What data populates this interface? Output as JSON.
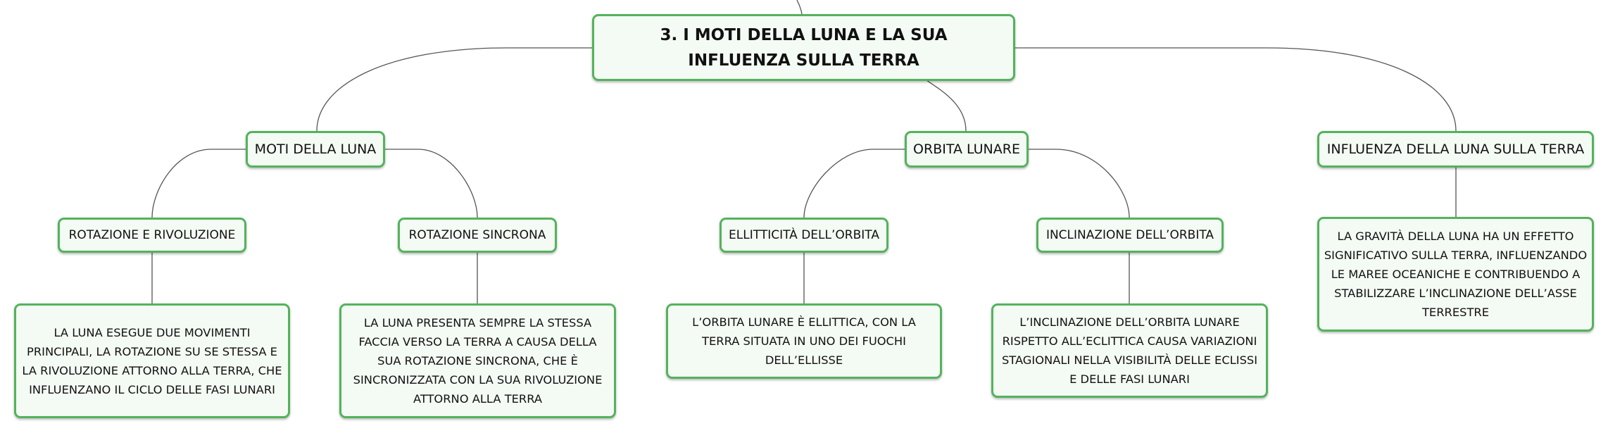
{
  "root": {
    "label": "3. I MOTI DELLA LUNA E LA SUA INFLUENZA SULLA TERRA"
  },
  "topics": {
    "moti": {
      "label": "MOTI DELLA LUNA",
      "rotazione_rivoluzione": {
        "label": "ROTAZIONE E RIVOLUZIONE",
        "detail": "LA LUNA ESEGUE DUE MOVIMENTI PRINCIPALI, LA ROTAZIONE SU SE STESSA E LA RIVOLUZIONE ATTORNO ALLA TERRA, CHE INFLUENZANO IL CICLO DELLE FASI LUNARI"
      },
      "rotazione_sincrona": {
        "label": "ROTAZIONE SINCRONA",
        "detail": "LA LUNA PRESENTA SEMPRE LA STESSA FACCIA VERSO LA TERRA A CAUSA DELLA SUA ROTAZIONE SINCRONA, CHE È SINCRONIZZATA CON LA SUA RIVOLUZIONE ATTORNO ALLA TERRA"
      }
    },
    "orbita": {
      "label": "ORBITA LUNARE",
      "ellitticita": {
        "label": "ELLITTICITÀ DELL’ORBITA",
        "detail": "L’ORBITA LUNARE È ELLITTICA, CON LA TERRA SITUATA IN UNO DEI FUOCHI DELL’ELLISSE"
      },
      "inclinazione": {
        "label": "INCLINAZIONE DELL’ORBITA",
        "detail": "L’INCLINAZIONE DELL’ORBITA LUNARE RISPETTO ALL’ECLITTICA CAUSA VARIAZIONI STAGIONALI NELLA VISIBILITÀ DELLE ECLISSI E DELLE FASI LUNARI"
      }
    },
    "influenza": {
      "label": "INFLUENZA DELLA LUNA SULLA TERRA",
      "detail": "LA GRAVITÀ DELLA LUNA HA UN EFFETTO SIGNIFICATIVO SULLA TERRA, INFLUENZANDO LE MAREE OCEANICHE E CONTRIBUENDO A STABILIZZARE L’INCLINAZIONE DELL’ASSE TERRESTRE"
    }
  },
  "colors": {
    "node_border": "#53b35c",
    "node_fill": "#f4faf4",
    "connector": "#555555"
  }
}
